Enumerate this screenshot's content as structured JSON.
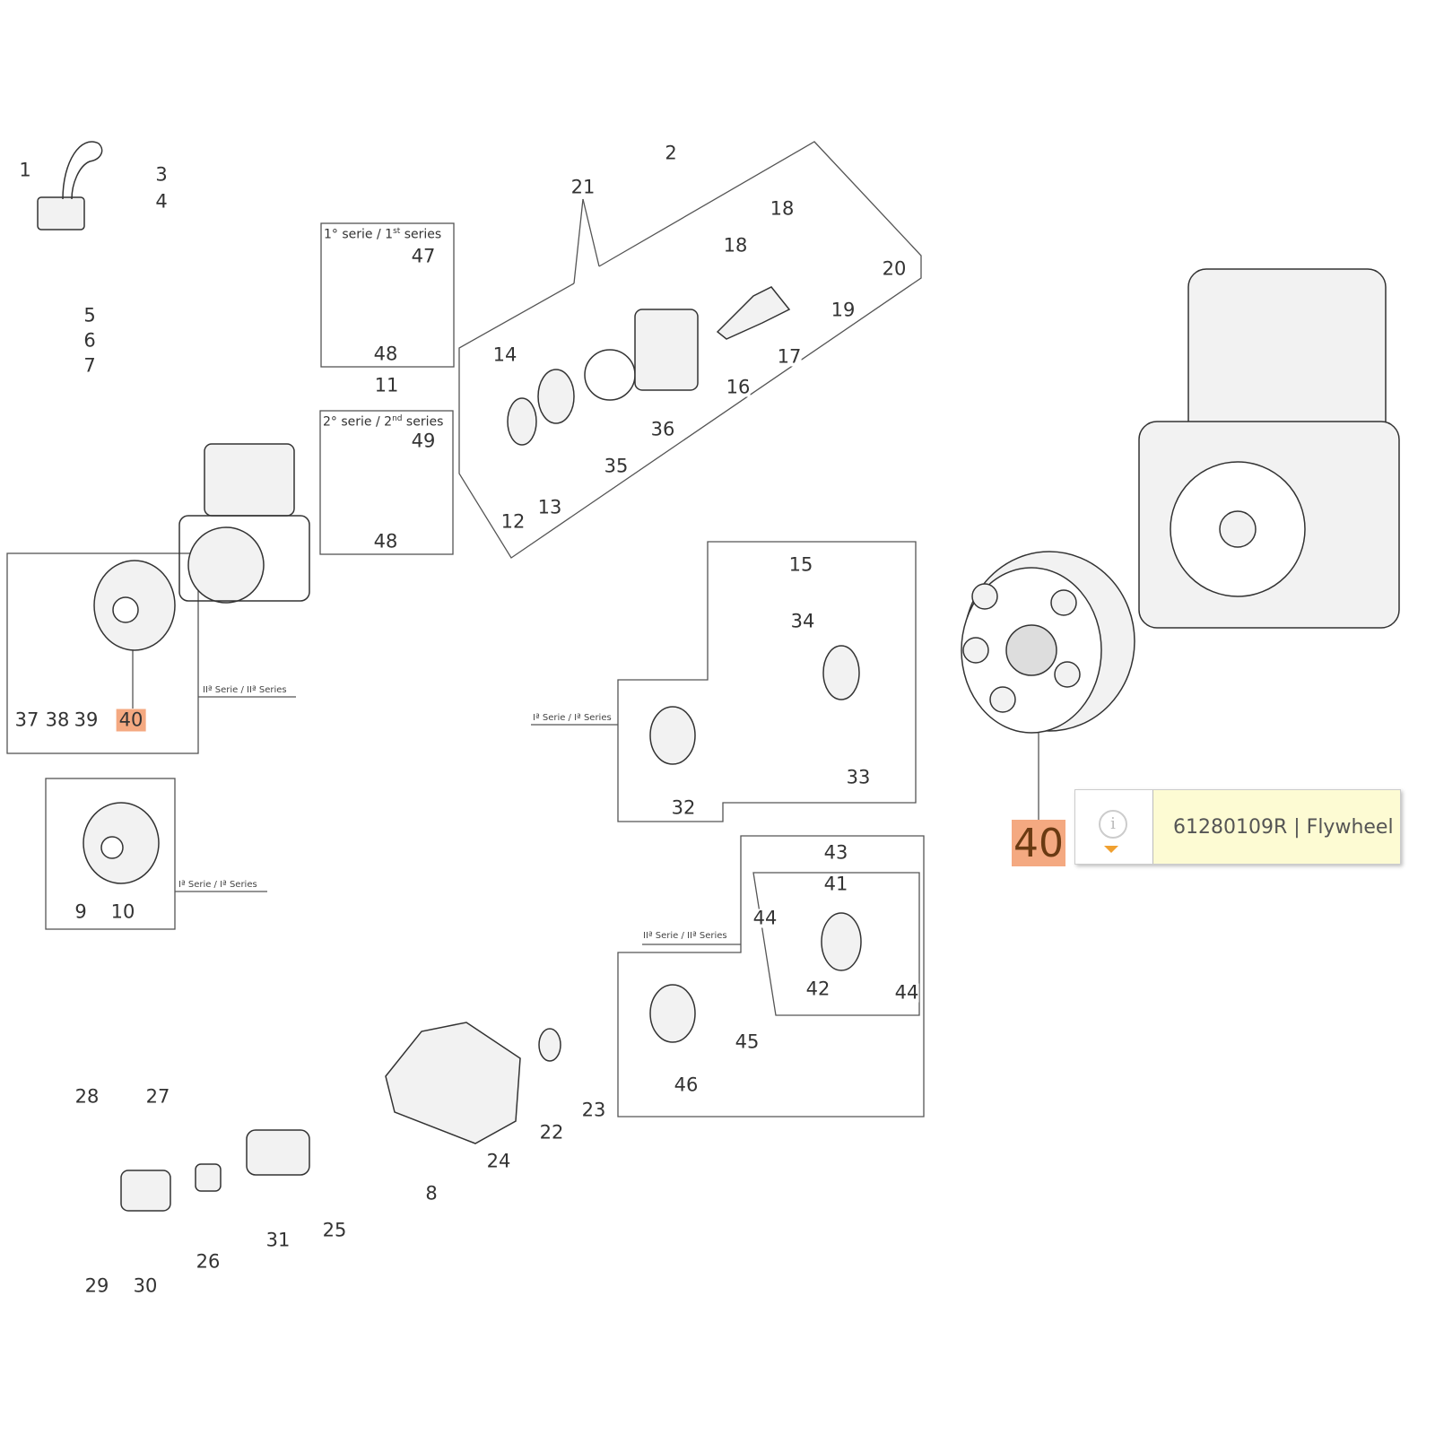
{
  "highlight_color": "#f4a981",
  "tooltip": {
    "icon": "info-icon",
    "text": "61280109R | Flywheel"
  },
  "selected_part": "40",
  "box_headings": {
    "series1": {
      "main": "1° serie / 1",
      "sup": "st",
      "tail": " series"
    },
    "series2": {
      "main": "2° serie / 2",
      "sup": "nd",
      "tail": " series"
    }
  },
  "series_labels": {
    "flywheel_ii": "IIª Serie / IIª Series",
    "flywheel_i": "Iª Serie / Iª Series",
    "clutch_i": "Iª Serie / Iª Series",
    "clutch_ii": "IIª Serie / IIª Series"
  },
  "part_labels": [
    "1",
    "3",
    "4",
    "5",
    "6",
    "7",
    "2",
    "21",
    "18",
    "18",
    "20",
    "19",
    "17",
    "16",
    "14",
    "36",
    "35",
    "13",
    "12",
    "47",
    "48",
    "11",
    "49",
    "48",
    "15",
    "34",
    "33",
    "32",
    "37",
    "38",
    "39",
    "40",
    "9",
    "10",
    "43",
    "41",
    "44",
    "42",
    "44",
    "45",
    "46",
    "22",
    "23",
    "24",
    "8",
    "28",
    "27",
    "26",
    "31",
    "25",
    "29",
    "30"
  ]
}
